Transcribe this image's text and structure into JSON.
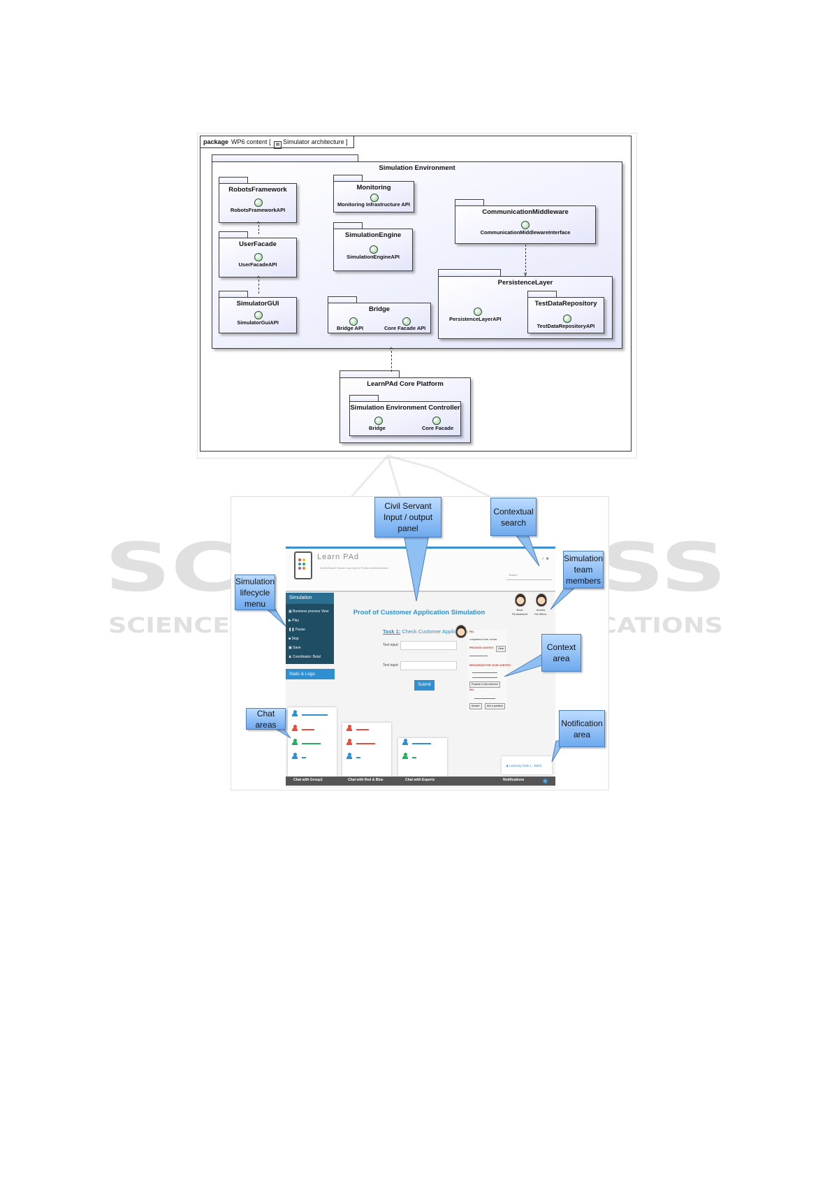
{
  "uml": {
    "frame": {
      "keyword": "package",
      "name": "WP6 content",
      "diagram": "Simulator architecture"
    },
    "environment": {
      "title": "Simulation Environment"
    },
    "packages": {
      "robots": {
        "title": "RobotsFramework",
        "api": "RobotsFrameworkAPI"
      },
      "userfacade": {
        "title": "UserFacade",
        "api": "UserFacadeAPI"
      },
      "gui": {
        "title": "SimulatorGUI",
        "api": "SimulatorGuiAPI"
      },
      "monitoring": {
        "title": "Monitoring",
        "api": "Monitoring Infrastructure API"
      },
      "engine": {
        "title": "SimulationEngine",
        "api": "SimulationEngineAPI"
      },
      "bridge": {
        "title": "Bridge",
        "api1": "Bridge API",
        "api2": "Core Facade API"
      },
      "comm": {
        "title": "CommunicationMiddleware",
        "api": "CommunicationMiddlewareInterface"
      },
      "persistence": {
        "title": "PersistenceLayer",
        "api": "PersistenceLayerAPI"
      },
      "testdata": {
        "title": "TestDataRepository",
        "api": "TestDataRepositoryAPI"
      },
      "core": {
        "title": "LearnPAd Core Platform"
      },
      "controller": {
        "title": "Simulation Environment Controller",
        "api1": "Bridge",
        "api2": "Core Facade"
      }
    }
  },
  "screenshot": {
    "app_title": "Learn PAd",
    "app_subtitle": "Model Based Social Learning for Public Administrations",
    "search_placeholder": "Search",
    "social_icons": "✓ ■",
    "sidebar": {
      "header": "Simulation",
      "items": [
        "Business process View",
        "Play",
        "Pause",
        "Stop",
        "Save",
        "Coordinator: Belal"
      ],
      "stats": "Stats & Logs"
    },
    "main": {
      "title": "Proof of Customer Application Simulation",
      "task_label": "Task 1:",
      "task_name": "Check Customer Application",
      "input1_label": "Text input:",
      "input2_label": "Text input:",
      "submit": "Submit"
    },
    "context": {
      "pa": "PA1",
      "competence": "competence level: novice",
      "process_context": "PROCESS CONTEXT",
      "clear": "Clear",
      "resources": "RESOURCES FOR YOUR CONTEXT",
      "propose": "Propose a new resource",
      "pa2": "PA1",
      "answer": "Answer",
      "ask": "Ask a question"
    },
    "members": [
      {
        "name": "Belal",
        "role": "PA Assistant"
      },
      {
        "name": "Amelia",
        "role": "PA Officer"
      }
    ],
    "chats": [
      "Chat with Group1",
      "Chat with Red & Blue",
      "Chat with Experts"
    ],
    "notification_text": "Learning Task 1 : Belal",
    "notifications_label": "Notifications",
    "notification_count": "1",
    "callouts": {
      "io_panel": "Civil Servant Input / output panel",
      "search": "Contextual search",
      "team": "Simulation team members",
      "lifecycle": "Simulation lifecycle menu",
      "context": "Context area",
      "chat": "Chat areas",
      "notification": "Notification area"
    },
    "colors": {
      "accent": "#2e8fd1",
      "sidebar": "#1f4d63",
      "callout": "#8fc0f4"
    }
  },
  "watermark": {
    "line1": "SCITEPRESS",
    "line2": "SCIENCE AND TECHNOLOGY PUBLICATIONS"
  }
}
